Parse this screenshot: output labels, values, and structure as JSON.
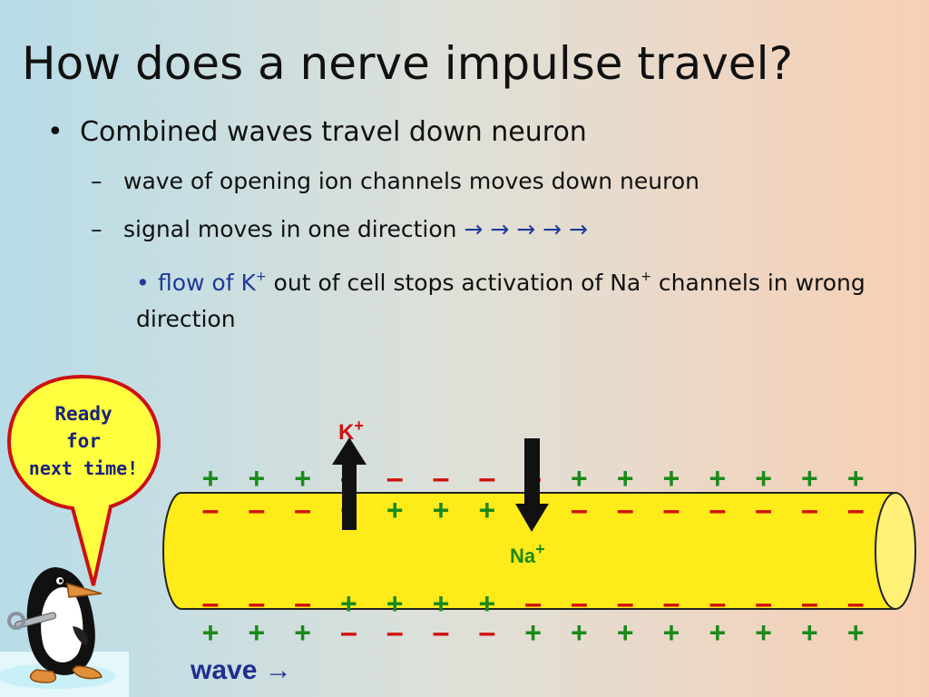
{
  "slide": {
    "title": "How does a nerve impulse travel?",
    "bullet_1": {
      "marker": "•",
      "text": "Combined waves travel down neuron"
    },
    "sub_bullets": [
      {
        "marker": "–",
        "text": "wave of opening ion channels moves down neuron"
      },
      {
        "marker": "–",
        "text": "signal moves in one direction",
        "arrows": "→ → → → →"
      }
    ],
    "sub_sub_bullet": {
      "marker": "•",
      "highlight": "flow of K",
      "sup_1": "+",
      "mid": " out of cell stops activation of Na",
      "sup_2": "+",
      "tail": " channels in wrong direction"
    }
  },
  "diagram": {
    "k_label": "K",
    "k_sup": "+",
    "na_label": "Na",
    "na_sup": "+",
    "wave_label": "wave →",
    "charges": {
      "top_outer": [
        "+",
        "+",
        "+",
        "–",
        "–",
        "–",
        "–",
        "–",
        "+",
        "+",
        "+",
        "+",
        "+",
        "+",
        "+"
      ],
      "top_inner": [
        "–",
        "–",
        "–",
        "+",
        "+",
        "+",
        "+",
        "–",
        "–",
        "–",
        "–",
        "–",
        "–",
        "–",
        "–"
      ],
      "bottom_inner": [
        "–",
        "–",
        "–",
        "+",
        "+",
        "+",
        "+",
        "–",
        "–",
        "–",
        "–",
        "–",
        "–",
        "–",
        "–"
      ],
      "bottom_outer": [
        "+",
        "+",
        "+",
        "–",
        "–",
        "–",
        "–",
        "+",
        "+",
        "+",
        "+",
        "+",
        "+",
        "+",
        "+"
      ]
    },
    "colors": {
      "plus": "#1a8a1a",
      "minus": "#d01010",
      "axon_fill": "#ffea1a",
      "k_label": "#d01010",
      "na_label": "#1a8a1a"
    }
  },
  "mascot": {
    "speech": [
      "Ready",
      "for",
      "next time!"
    ]
  }
}
